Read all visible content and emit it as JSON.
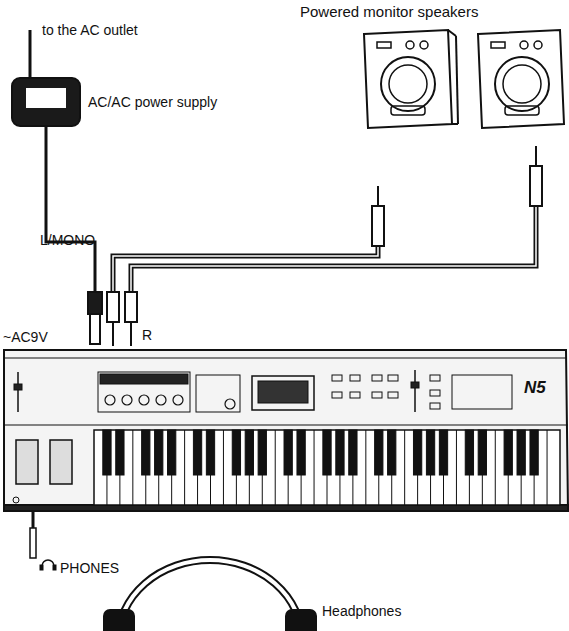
{
  "diagram": {
    "labels": [
      "Powered monitor speakers",
      "to the AC outlet",
      "AC/AC power supply",
      "L/MONO",
      "~AC9V",
      "R",
      "N5",
      "PHONES",
      "Headphones"
    ]
  }
}
